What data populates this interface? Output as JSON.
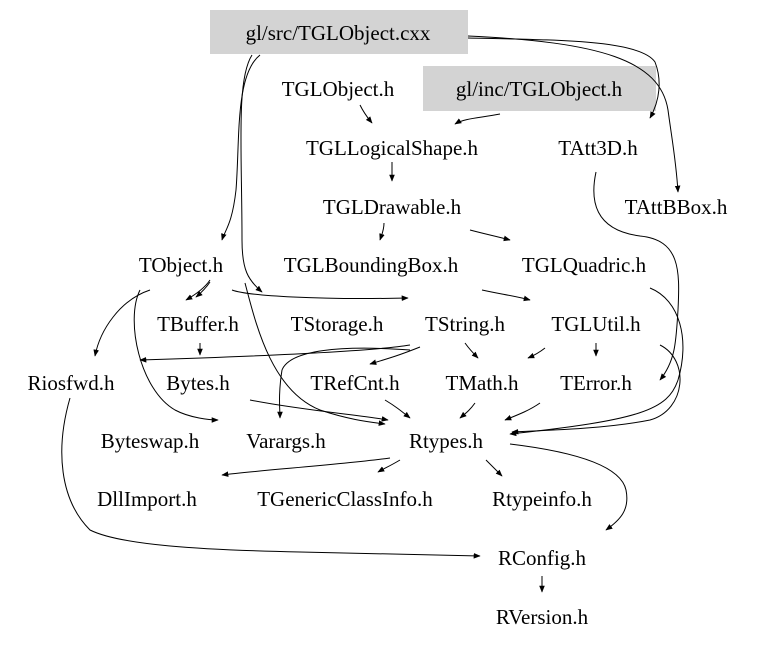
{
  "nodes": {
    "src_tglobject_cxx": "gl/src/TGLObject.cxx",
    "tglobject_h": "TGLObject.h",
    "inc_tglobject_h": "gl/inc/TGLObject.h",
    "tgllogicalshape_h": "TGLLogicalShape.h",
    "tatt3d_h": "TAtt3D.h",
    "tgldrawable_h": "TGLDrawable.h",
    "tattbbox_h": "TAttBBox.h",
    "tobject_h": "TObject.h",
    "tglboundingbox_h": "TGLBoundingBox.h",
    "tglquadric_h": "TGLQuadric.h",
    "tbuffer_h": "TBuffer.h",
    "tstorage_h": "TStorage.h",
    "tstring_h": "TString.h",
    "tglutil_h": "TGLUtil.h",
    "riosfwd_h": "Riosfwd.h",
    "bytes_h": "Bytes.h",
    "trefcnt_h": "TRefCnt.h",
    "tmath_h": "TMath.h",
    "terror_h": "TError.h",
    "byteswap_h": "Byteswap.h",
    "varargs_h": "Varargs.h",
    "rtypes_h": "Rtypes.h",
    "dllimport_h": "DllImport.h",
    "tgenericclassinfo_h": "TGenericClassInfo.h",
    "rtypeinfo_h": "Rtypeinfo.h",
    "rconfig_h": "RConfig.h",
    "rversion_h": "RVersion.h"
  }
}
